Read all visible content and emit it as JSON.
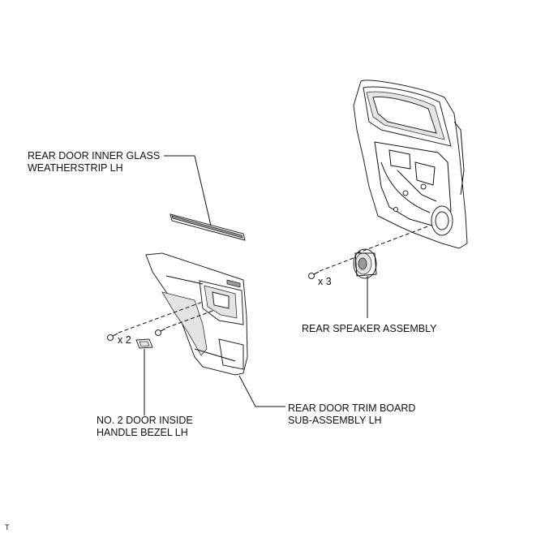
{
  "labels": {
    "glass_weatherstrip": [
      "REAR DOOR INNER GLASS",
      "WEATHERSTRIP LH"
    ],
    "speaker": [
      "REAR SPEAKER ASSEMBLY"
    ],
    "trim_board": [
      "REAR DOOR TRIM BOARD",
      "SUB-ASSEMBLY LH"
    ],
    "handle_bezel": [
      "NO. 2 DOOR INSIDE",
      "HANDLE BEZEL LH"
    ]
  },
  "quantities": {
    "speaker_screws": "x 3",
    "trim_screws": "x 2"
  },
  "figure_code": "T"
}
